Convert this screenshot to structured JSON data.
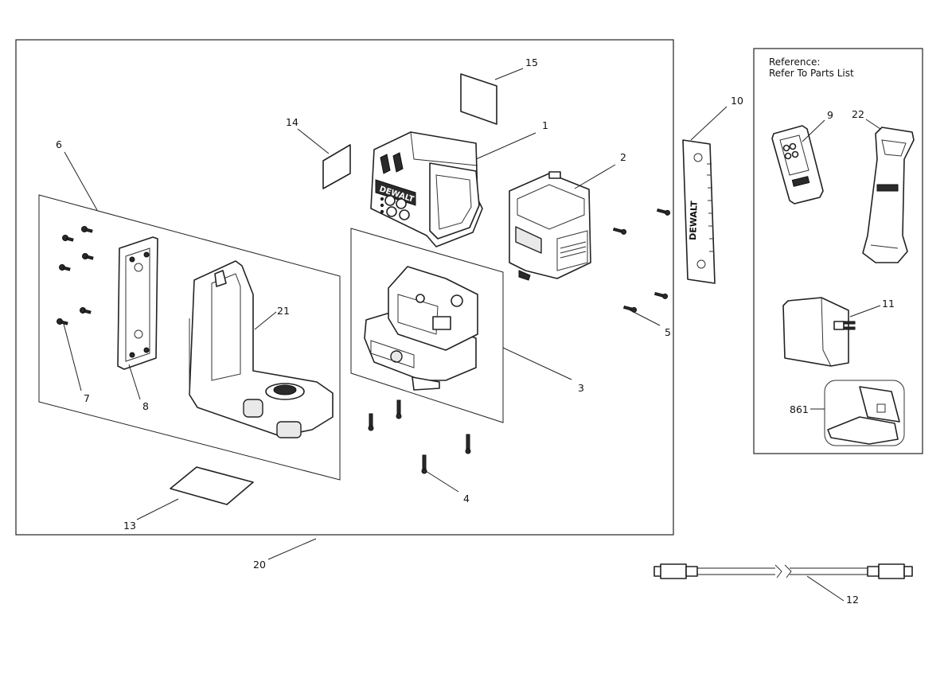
{
  "reference": {
    "line1": "Reference:",
    "line2": "Refer To Parts List"
  },
  "brand": "DEWALT",
  "callouts": {
    "c1": "1",
    "c2": "2",
    "c3": "3",
    "c4": "4",
    "c5": "5",
    "c6": "6",
    "c7": "7",
    "c8": "8",
    "c9": "9",
    "c10": "10",
    "c11": "11",
    "c12": "12",
    "c13": "13",
    "c14": "14",
    "c15": "15",
    "c20": "20",
    "c21": "21",
    "c22": "22",
    "c861": "861"
  }
}
